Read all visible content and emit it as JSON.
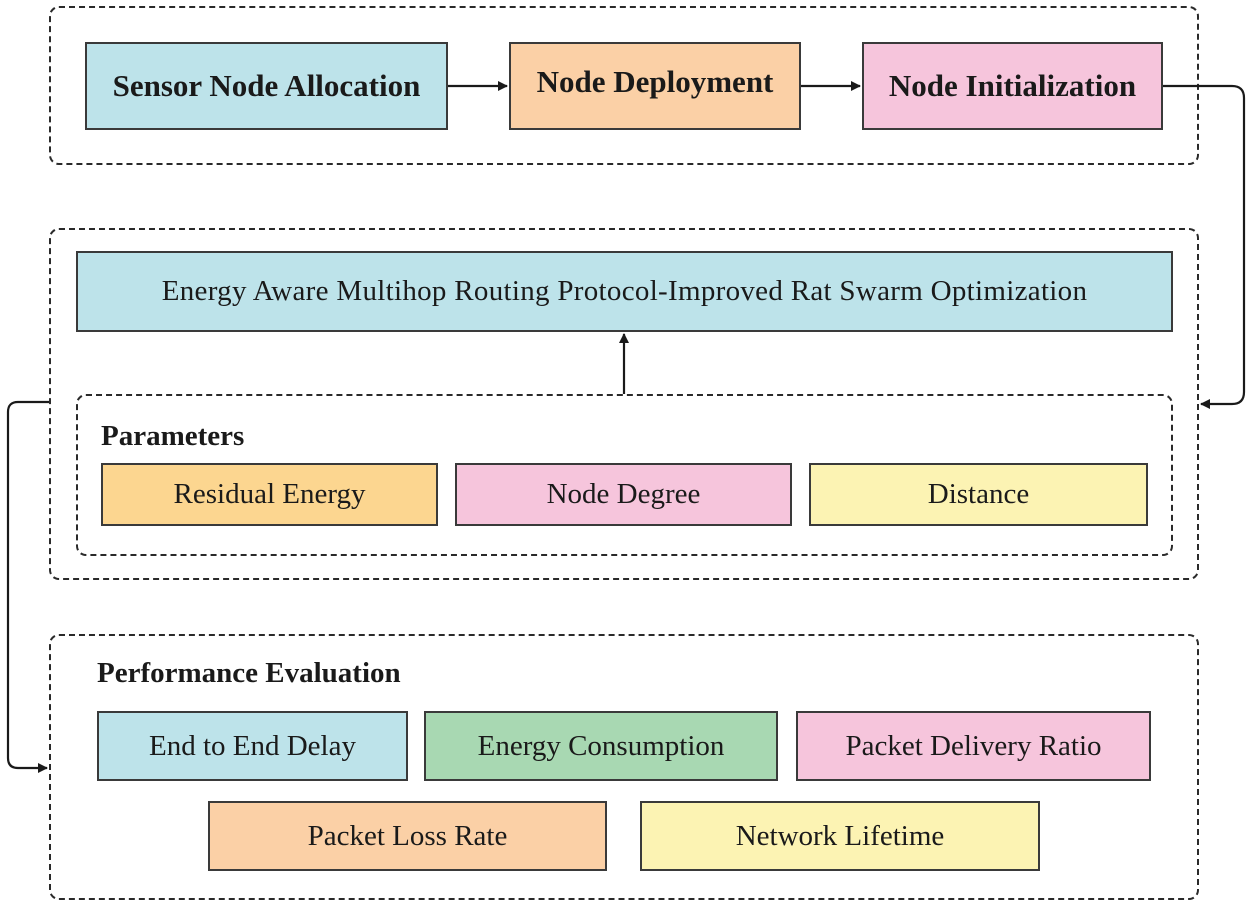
{
  "colors": {
    "blue": "#bde3ea",
    "orange": "#fbd0a6",
    "pink": "#f6c5dc",
    "orange_gold": "#fcd690",
    "yellow": "#fcf3b3",
    "green": "#a8d8b2",
    "line": "#1a1a1a"
  },
  "stage1": {
    "sensor_node_allocation": "Sensor Node Allocation",
    "node_deployment": "Node Deployment",
    "node_initialization": "Node Initialization"
  },
  "stage2": {
    "protocol": "Energy Aware Multihop Routing Protocol-Improved Rat Swarm Optimization",
    "parameters": {
      "heading": "Parameters",
      "items": [
        "Residual Energy",
        "Node Degree",
        "Distance"
      ]
    }
  },
  "stage3": {
    "heading": "Performance Evaluation",
    "metrics": [
      "End to End Delay",
      "Energy Consumption",
      "Packet Delivery Ratio",
      "Packet Loss Rate",
      "Network Lifetime"
    ]
  }
}
